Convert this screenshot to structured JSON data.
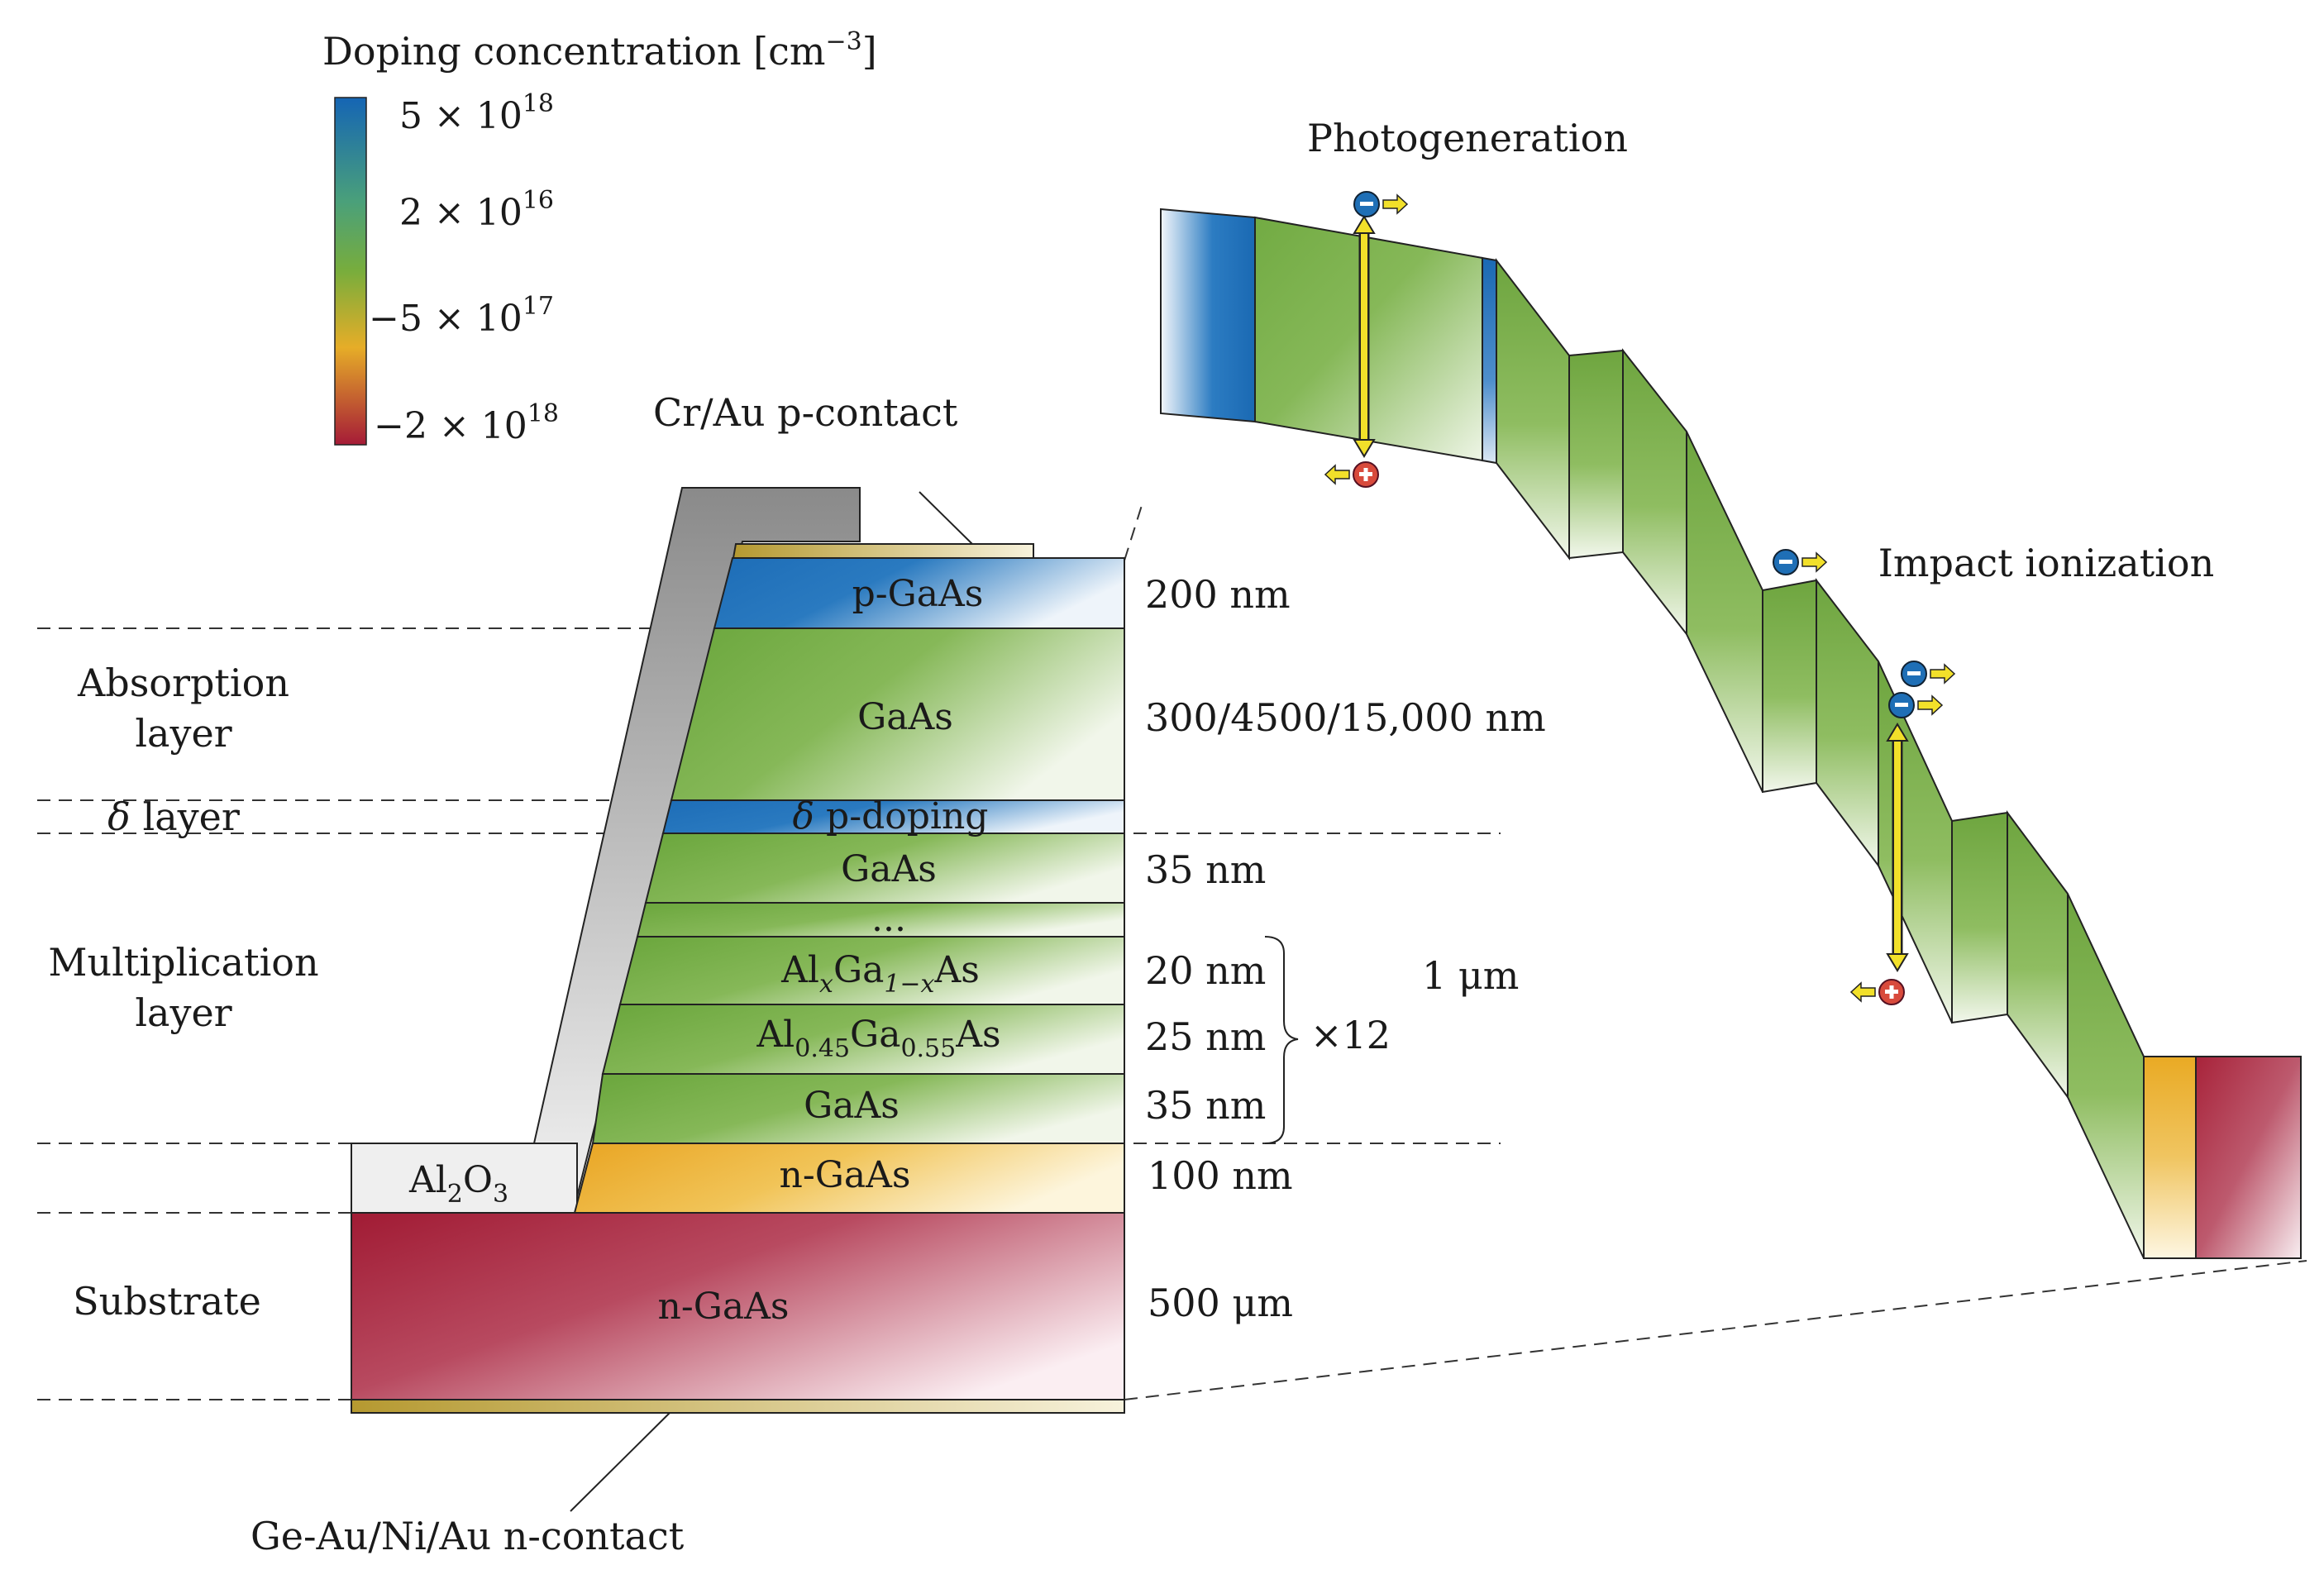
{
  "colorbar": {
    "title": "Doping concentration [cm",
    "title_sup": "−3",
    "title_close": "]",
    "ticks": [
      {
        "coef": "5 × 10",
        "exp": "18"
      },
      {
        "coef": "2 × 10",
        "exp": "16"
      },
      {
        "coef": "−5 × 10",
        "exp": "17"
      },
      {
        "coef": "−2 × 10",
        "exp": "18"
      }
    ]
  },
  "contacts": {
    "top": "Cr/Au p-contact",
    "bottom": "Ge-Au/Ni/Au n-contact"
  },
  "oxide": {
    "base": "Al",
    "sub1": "2",
    "mid": "O",
    "sub2": "3"
  },
  "regions": {
    "absorption_1": "Absorption",
    "absorption_2": "layer",
    "delta_symbol": "δ",
    "delta_text": "layer",
    "multiplication_1": "Multiplication",
    "multiplication_2": "layer",
    "substrate": "Substrate"
  },
  "layers": {
    "p_gaas": "p-GaAs",
    "gaas_abs": "GaAs",
    "delta_symbol": "δ",
    "delta_text": "p-doping",
    "gaas_35": "GaAs",
    "ellipsis": "...",
    "alxgaas": {
      "a": "Al",
      "x": "x",
      "b": "Ga",
      "sub": "1−x",
      "c": "As"
    },
    "al045": {
      "a": "Al",
      "s1": "0.45",
      "b": "Ga",
      "s2": "0.55",
      "c": "As"
    },
    "gaas_bottom": "GaAs",
    "n_gaas": "n-GaAs",
    "substrate": "n-GaAs"
  },
  "thickness": {
    "p_gaas": "200 nm",
    "gaas_abs": "300/4500/15,000 nm",
    "gaas_35": "35 nm",
    "alxgaas": "20 nm",
    "al045": "25 nm",
    "gaas_bottom": "35 nm",
    "n_gaas": "100 nm",
    "substrate": "500 μm",
    "period_total": "1 μm",
    "repeat": "×12"
  },
  "band": {
    "photogeneration": "Photogeneration",
    "impact_ionization": "Impact ionization"
  },
  "colors": {
    "p_blue": "#1a6db5",
    "green": "#72ab43",
    "n_orange": "#e9aa24",
    "substrate_red": "#a8233a",
    "contact_gold": "#b89a3a",
    "carrier_arrow": "#f2e02a"
  }
}
